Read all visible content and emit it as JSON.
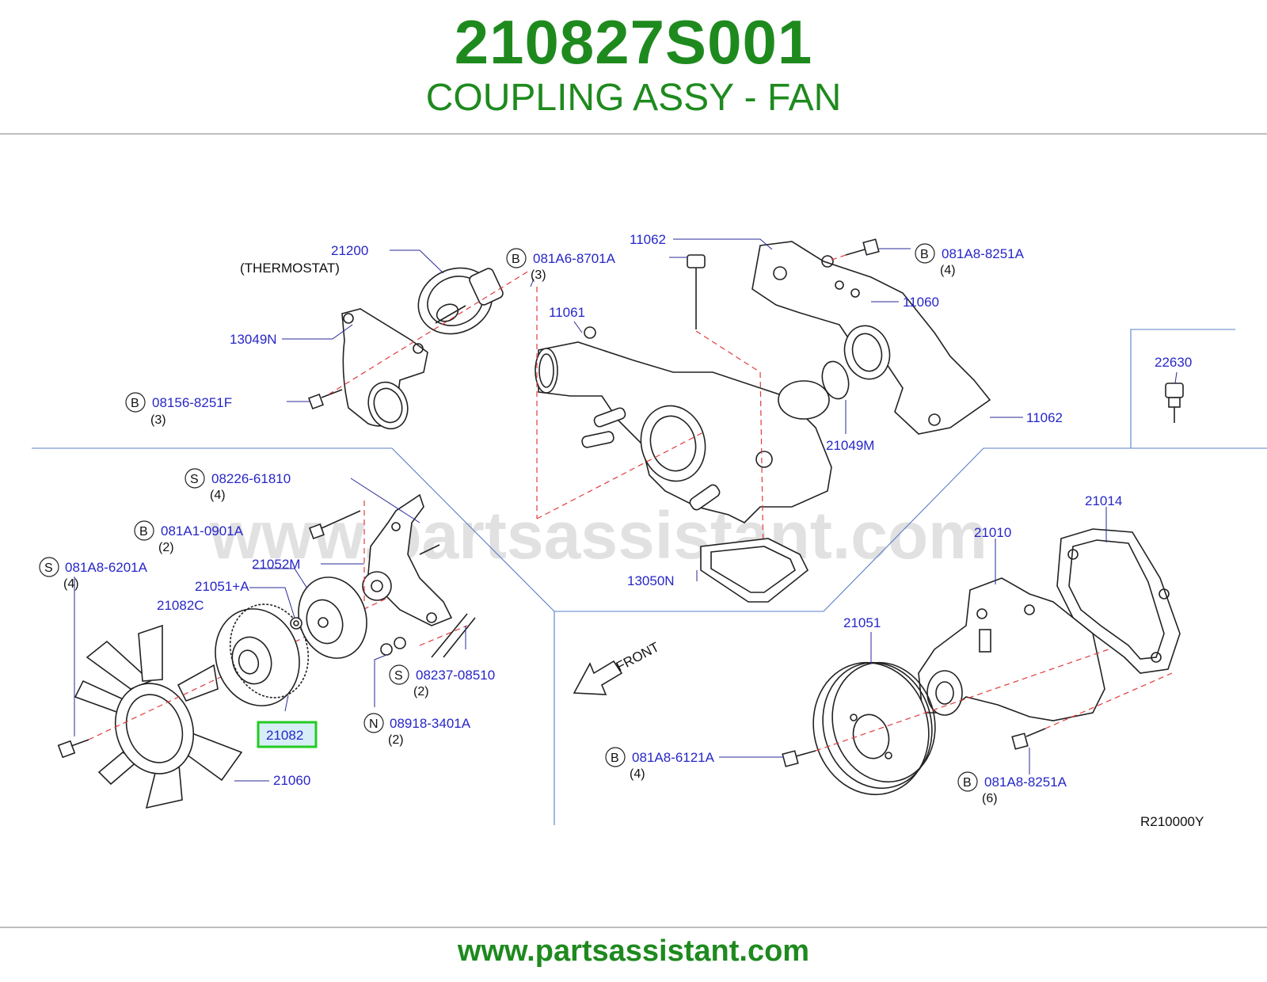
{
  "header": {
    "part_number": "210827S001",
    "title": "COUPLING ASSY - FAN"
  },
  "footer": {
    "url": "www.partsassistant.com"
  },
  "watermark": "www.partsassistant.com",
  "diagram_code": "R210000Y",
  "front_label": "FRONT",
  "highlight_color": "#22cc22",
  "brand_color": "#1e8a1e",
  "callouts": {
    "p21200": "21200",
    "thermostat": "(THERMOSTAT)",
    "p13049N": "13049N",
    "p08156": "08156-8251F",
    "p08156_qty": "(3)",
    "p081A6": "081A6-8701A",
    "p081A6_qty": "(3)",
    "p11062_top": "11062",
    "p081A8_8251_top": "081A8-8251A",
    "p081A8_8251_top_qty": "(4)",
    "p11061": "11061",
    "p11060": "11060",
    "p22630": "22630",
    "p21049M": "21049M",
    "p11062_right": "11062",
    "p08226": "08226-61810",
    "p08226_qty": "(4)",
    "p081A1": "081A1-0901A",
    "p081A1_qty": "(2)",
    "p21052M": "21052M",
    "p081A8_6201": "081A8-6201A",
    "p081A8_6201_qty": "(4)",
    "p21051A": "21051+A",
    "p21082C": "21082C",
    "p13050N": "13050N",
    "p08237": "08237-08510",
    "p08237_qty": "(2)",
    "p08918": "08918-3401A",
    "p08918_qty": "(2)",
    "p21082": "21082",
    "p21060": "21060",
    "p21014": "21014",
    "p21010": "21010",
    "p21051": "21051",
    "p081A8_6121": "081A8-6121A",
    "p081A8_6121_qty": "(4)",
    "p081A8_8251_bot": "081A8-8251A",
    "p081A8_8251_bot_qty": "(6)"
  },
  "prefixes": {
    "B": "B",
    "S": "S",
    "N": "N"
  }
}
